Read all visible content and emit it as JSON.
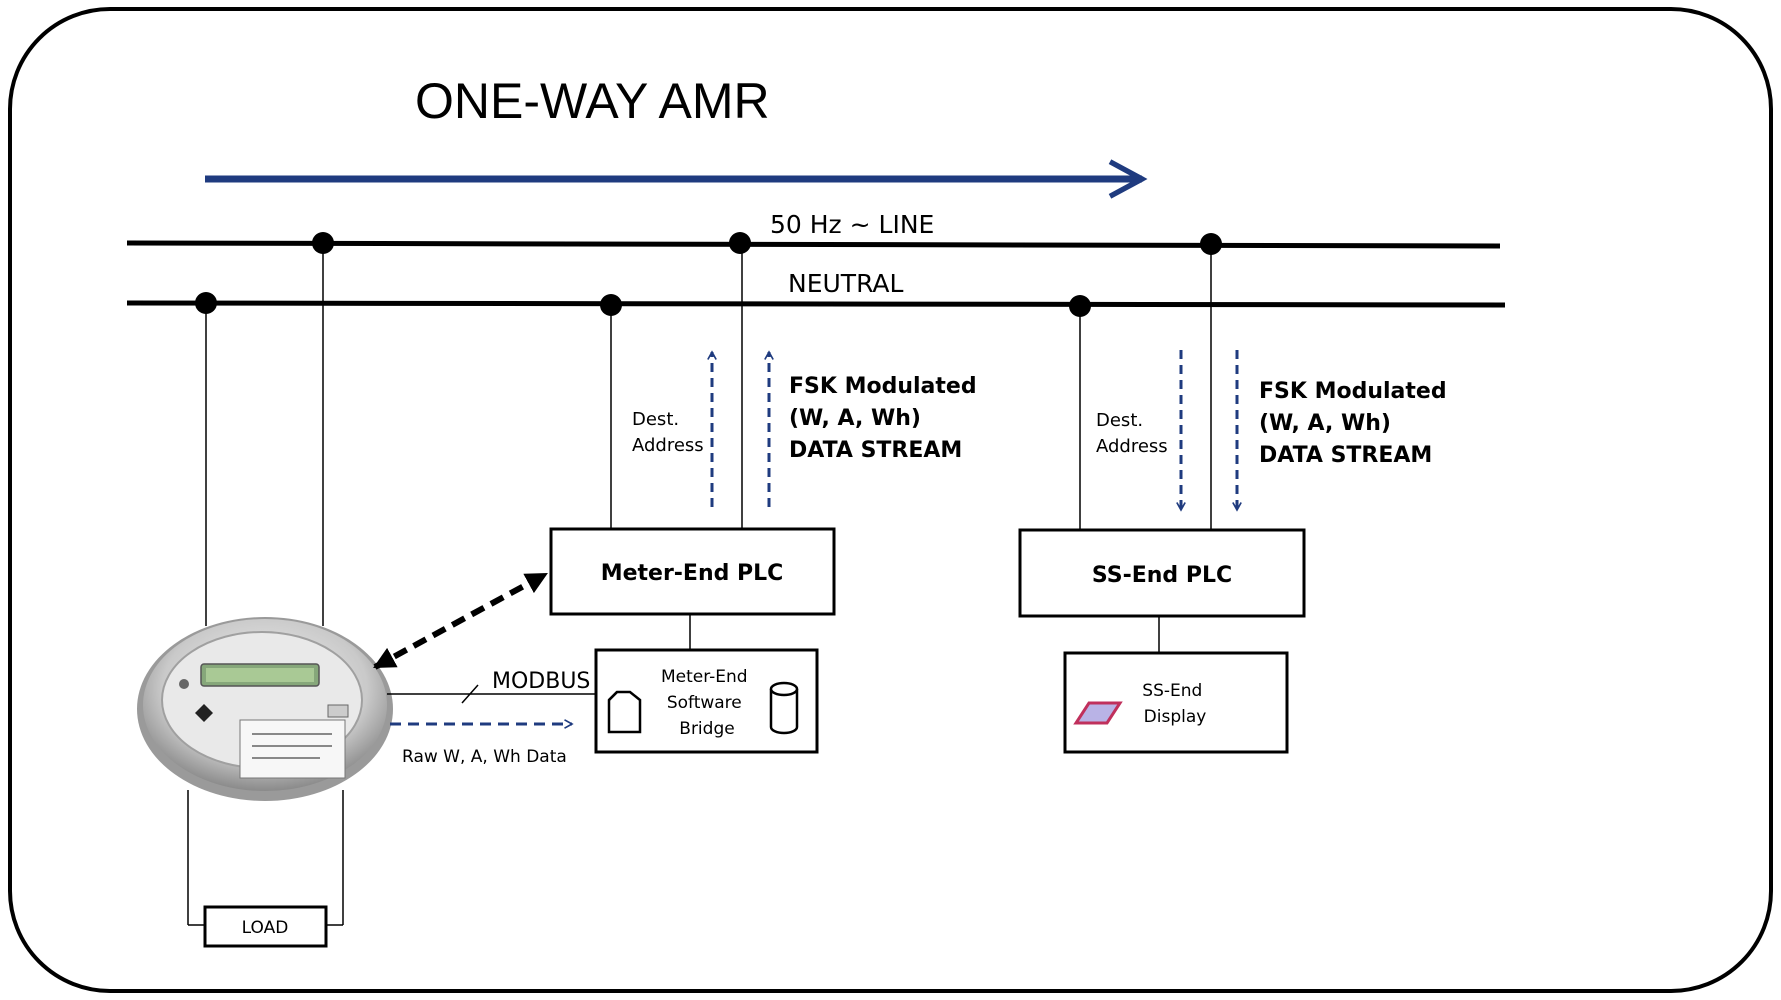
{
  "title": "ONE-WAY AMR",
  "colors": {
    "arrow_blue": "#1f3b7f",
    "ink": "#000000",
    "display_icon_fill": "#b9b3e6",
    "display_icon_stroke": "#c0305c"
  },
  "lines": {
    "line_label": "50 Hz ~ LINE",
    "neutral_label": "NEUTRAL"
  },
  "meter_end": {
    "dest_line1": "Dest.",
    "dest_line2": "Address",
    "fsk_line1": "FSK Modulated",
    "fsk_line2": "(W, A, Wh)",
    "fsk_line3": "DATA STREAM",
    "plc_label": "Meter-End PLC",
    "bridge_line1": "Meter-End",
    "bridge_line2": "Software",
    "bridge_line3": "Bridge"
  },
  "ss_end": {
    "dest_line1": "Dest.",
    "dest_line2": "Address",
    "fsk_line1": "FSK Modulated",
    "fsk_line2": "(W, A, Wh)",
    "fsk_line3": "DATA STREAM",
    "plc_label": "SS-End PLC",
    "display_line1": "SS-End",
    "display_line2": "Display"
  },
  "meter": {
    "modbus_label": "MODBUS",
    "raw_data_label": "Raw W, A, Wh Data",
    "load_label": "LOAD"
  },
  "icons": {
    "meter": "electricity-meter-icon",
    "bridge_file": "document-icon",
    "bridge_db": "database-cylinder-icon",
    "display": "display-parallelogram-icon"
  }
}
